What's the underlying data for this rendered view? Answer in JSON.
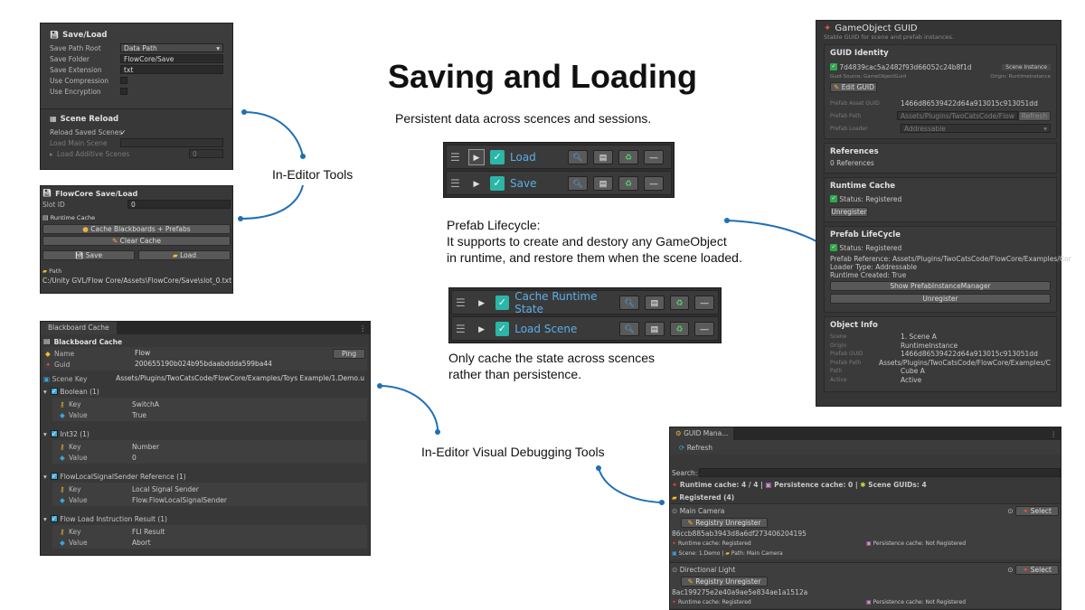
{
  "title": "Saving and Loading",
  "subtitle": "Persistent data across scences and sessions.",
  "captions": {
    "in_editor_tools": "In-Editor Tools",
    "prefab_lifecycle": [
      "Prefab Lifecycle:",
      "It supports to create and destory any GameObject",
      "in runtime, and restore them when the scene loaded."
    ],
    "cache_note": [
      "Only cache the state across scences",
      "rather than persistence."
    ],
    "visual_debugging": "In-Editor Visual Debugging Tools"
  },
  "toolbar_top": [
    {
      "label": "Load",
      "selected": true
    },
    {
      "label": "Save",
      "selected": false
    }
  ],
  "toolbar_bottom": [
    {
      "label": "Cache Runtime State"
    },
    {
      "label": "Load Scene"
    }
  ],
  "saveload": {
    "title": "Save/Load",
    "fields": [
      {
        "label": "Save Path Root",
        "value": "Data Path",
        "dropdown": true
      },
      {
        "label": "Save Folder",
        "value": "FlowCore/Save"
      },
      {
        "label": "Save Extension",
        "value": "txt"
      },
      {
        "label": "Use Compression",
        "value": ""
      },
      {
        "label": "Use Encryption",
        "value": ""
      }
    ],
    "scene_title": "Scene Reload",
    "reload_label": "Reload Saved Scenes",
    "main_scene_label": "Load Main Scene",
    "additive_label": "Load Additive Scenes",
    "additive_count": "0"
  },
  "flowsave": {
    "title": "FlowCore Save/Load",
    "slot_label": "Slot ID",
    "slot_value": "0",
    "runtime_cache": "Runtime Cache",
    "cache_btn": "Cache Blackboards + Prefabs",
    "clear_btn": "Clear Cache",
    "save_btn": "Save",
    "load_btn": "Load",
    "path_label": "Path",
    "path_value": "C:/Unity GVL/Flow Core/Assets\\FlowCore/Save\\slot_0.txt"
  },
  "bbcache": {
    "tab": "Blackboard Cache",
    "title": "Blackboard Cache",
    "name_label": "Name",
    "name_value": "Flow",
    "ping": "Ping",
    "guid_label": "Guid",
    "guid_value": "200655190b024b95bdaabddda599ba44",
    "scene_key_label": "Scene Key",
    "scene_key_value": "Assets/Plugins/TwoCatsCode/FlowCore/Examples/Toys Example/1.Demo.u",
    "groups": [
      {
        "header": "Boolean (1)",
        "key": "SwitchA",
        "value": "True"
      },
      {
        "header": "Int32 (1)",
        "key": "Number",
        "value": "0"
      },
      {
        "header": "FlowLocalSignalSender Reference (1)",
        "key": "Local Signal Sender",
        "value": "Flow.FlowLocalSignalSender"
      },
      {
        "header": "Flow Load Instruction Result (1)",
        "key": "FLI Result",
        "value": "Abort"
      }
    ],
    "key_label": "Key",
    "value_label": "Value"
  },
  "guid": {
    "title": "GameObject GUID",
    "subtitle": "Stable GUID for scene and prefab instances.",
    "identity": "GUID Identity",
    "guid_value": "7d4839cac5a2482f93d66052c24b8f1d",
    "scene_instance": "Scene Instance",
    "guid_source": "Guid Source: GameObjectGuid",
    "origin": "Origin: RuntimeInstance",
    "edit_btn": "Edit GUID",
    "prefab_asset_label": "Prefab Asset GUID",
    "prefab_asset_value": "1466d86539422d64a913015c913051dd",
    "prefab_path_label": "Prefab Path",
    "prefab_path_value": "Assets/Plugins/TwoCatsCode/Flow",
    "refresh": "Refresh",
    "prefab_loader_label": "Prefab Loader",
    "prefab_loader_value": "Addressable",
    "references": "References",
    "ref_count": "0 References",
    "runtime_cache": "Runtime Cache",
    "status_registered": "Status: Registered",
    "unregister": "Unregister",
    "prefab_lifecycle": "Prefab LifeCycle",
    "prefab_reference": "Prefab Reference: Assets/Plugins/TwoCatsCode/FlowCore/Examples/Cor",
    "loader_type": "Loader Type: Addressable",
    "runtime_created": "Runtime Created: True",
    "show_mgr": "Show PrefabInstanceManager",
    "object_info": "Object Info",
    "info": [
      {
        "label": "Scene",
        "value": "1. Scene A"
      },
      {
        "label": "Origin",
        "value": "RuntimeInstance"
      },
      {
        "label": "Prefab GUID",
        "value": "1466d86539422d64a913015c913051dd"
      },
      {
        "label": "Prefab Path",
        "value": "Assets/Plugins/TwoCatsCode/FlowCore/Examples/C"
      },
      {
        "label": "Path",
        "value": "Cube A"
      },
      {
        "label": "Active",
        "value": "Active"
      }
    ]
  },
  "guidmgr": {
    "tab": "GUID Mana...",
    "refresh": "Refresh",
    "search_label": "Search:",
    "runtime_cache": "Runtime cache: 4 / 4",
    "persistence_cache": "Persistence cache: 0",
    "scene_guids": "Scene GUIDs: 4",
    "registered": "Registered (4)",
    "select": "Select",
    "registry_btn": "Registry Unregister",
    "entries": [
      {
        "name": "Main Camera",
        "guid": "86ccb885ab3943d8a6df273406204195",
        "runtime": "Runtime cache: Registered",
        "persist": "Persistence cache: Not Registered",
        "scene": "Scene: 1.Demo",
        "path": "Path: Main Camera"
      },
      {
        "name": "Directional Light",
        "guid": "8ac199275e2e40a9ae5e834ae1a1512a",
        "runtime": "Runtime cache: Registered",
        "persist": "Persistence cache: Not Registered"
      }
    ]
  }
}
